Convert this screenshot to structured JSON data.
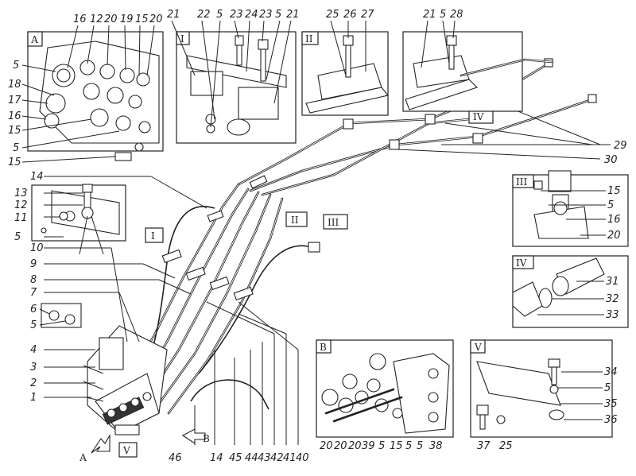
{
  "insets": {
    "A": {
      "tag": "А",
      "labels": [
        "16",
        "12",
        "20",
        "19",
        "15",
        "20",
        "5",
        "18",
        "17",
        "16",
        "15",
        "5",
        "15"
      ]
    },
    "I": {
      "tag": "I",
      "labels": [
        "21",
        "22",
        "5",
        "23",
        "24",
        "23",
        "5",
        "21"
      ]
    },
    "II": {
      "tag": "II",
      "labels": [
        "25",
        "26",
        "27"
      ]
    },
    "topright": {
      "labels": [
        "21",
        "5",
        "28"
      ]
    },
    "III": {
      "tag": "III",
      "labels": [
        "15",
        "5",
        "16",
        "20"
      ]
    },
    "IV": {
      "tag": "IV",
      "labels": [
        "31",
        "32",
        "33"
      ]
    },
    "B": {
      "tag": "В",
      "labels": [
        "20",
        "20",
        "20",
        "39",
        "5",
        "15",
        "5",
        "5",
        "38"
      ]
    },
    "V": {
      "tag": "V",
      "labels": [
        "34",
        "5",
        "35",
        "36",
        "37",
        "25"
      ]
    },
    "bracket": {
      "labels": [
        "13",
        "12",
        "11",
        "5"
      ]
    }
  },
  "main": {
    "right_labels": [
      "29",
      "30"
    ],
    "left_labels": [
      "14",
      "10",
      "9",
      "8",
      "7",
      "6",
      "5",
      "4",
      "3",
      "2",
      "1"
    ],
    "bottom_labels": [
      "46",
      "14",
      "45",
      "44",
      "43",
      "42",
      "41",
      "40"
    ],
    "callouts": {
      "I": "I",
      "II": "II",
      "III": "III",
      "IV": "IV",
      "V": "V"
    },
    "view_a": "А",
    "view_b": "В"
  }
}
